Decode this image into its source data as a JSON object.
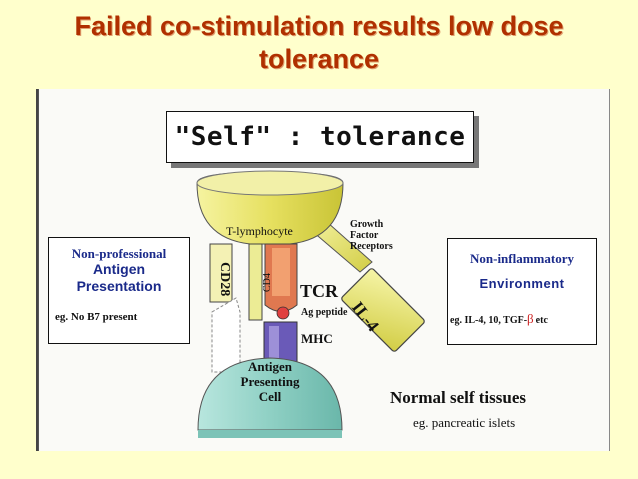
{
  "title_line1": "Failed co-stimulation results low dose",
  "title_line2": "tolerance",
  "self_box": "\"Self\"  :  tolerance",
  "left_box": {
    "line1": "Non-professional",
    "line2": "Antigen",
    "line3": "Presentation",
    "example": "eg. No B7 present"
  },
  "right_box": {
    "line1": "Non-inflammatory",
    "line2": "Environment",
    "example": "eg. IL-4, 10, TGF-",
    "beta": "β",
    "example_tail": "etc"
  },
  "labels": {
    "t_cell": "T-lymphocyte",
    "growth1": "Growth",
    "growth2": "Factor",
    "growth3": "Receptors",
    "cd28": "CD28",
    "cd4": "CD4",
    "tcr": "TCR",
    "ag_peptide": "Ag peptide",
    "mhc": "MHC",
    "il4": "IL-4",
    "apc1": "Antigen",
    "apc2": "Presenting",
    "apc3": "Cell",
    "normal": "Normal self tissues",
    "islets": "eg. pancreatic islets"
  },
  "colors": {
    "title": "#b03000",
    "background": "#ffffcc",
    "t_cell_fill": "#e6e060",
    "apc_fill": "#8fd0c4",
    "il4_fill": "#ecec70",
    "blue_text": "#1a2a8a"
  }
}
